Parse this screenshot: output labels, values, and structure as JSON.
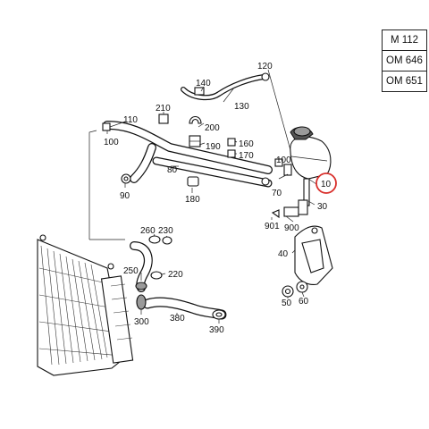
{
  "engine_codes": [
    "M 112",
    "OM 646",
    "OM 651"
  ],
  "part_labels": {
    "p10": "10",
    "p30": "30",
    "p40": "40",
    "p50": "50",
    "p60": "60",
    "p70": "70",
    "p80": "80",
    "p90": "90",
    "p100a": "100",
    "p100b": "100",
    "p110": "110",
    "p120": "120",
    "p130": "130",
    "p140": "140",
    "p160": "160",
    "p170": "170",
    "p180": "180",
    "p190": "190",
    "p200": "200",
    "p210": "210",
    "p220": "220",
    "p230": "230",
    "p250": "250",
    "p260": "260",
    "p300": "300",
    "p380": "380",
    "p390": "390",
    "p900": "900",
    "p901": "901"
  },
  "highlight_color": "#d9302c"
}
